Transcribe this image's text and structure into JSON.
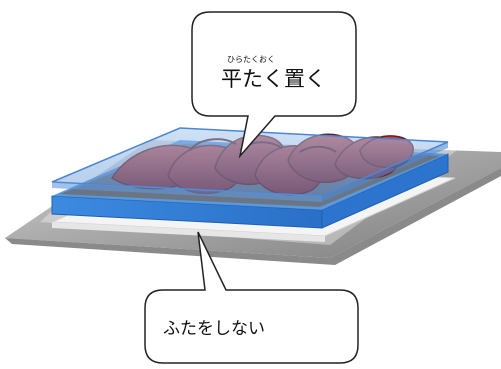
{
  "top_callout": {
    "ruby": [
      {
        "base": "平",
        "reading": "ひら"
      },
      {
        "base": "た",
        "reading": ""
      },
      {
        "base": "く",
        "reading": ""
      },
      {
        "base": "置",
        "reading": "おく"
      },
      {
        "base": "く",
        "reading": ""
      }
    ],
    "ruby_line": "ひらたくおく",
    "text": "平たく置く"
  },
  "bottom_callout": {
    "text": "ふたをしない"
  },
  "colors": {
    "tray_blue": "#2f7fd8",
    "tray_blue_dark": "#1f5fb0",
    "lid_blue": "#6aa8ec",
    "meat_red": "#b23a3a",
    "meat_dark": "#7a1f24",
    "shadow_gray": "#9a9a9a",
    "callout_border": "#222222"
  }
}
